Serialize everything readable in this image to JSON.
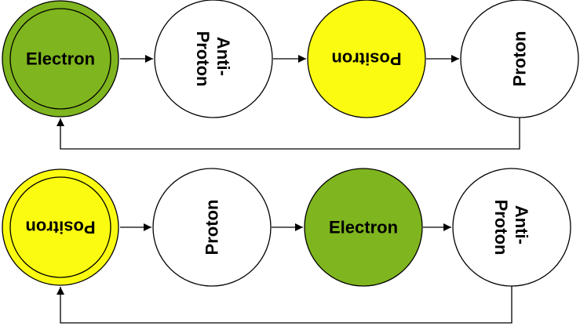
{
  "colors": {
    "green": "#7fb51e",
    "yellow": "#fbfb12",
    "white": "#ffffff",
    "line": "#000000"
  },
  "diagrams": [
    {
      "nodes": [
        {
          "label": "Electron",
          "fill": "green",
          "double_ring": true,
          "orientation": "horizontal"
        },
        {
          "label_lines": [
            "Anti-",
            "Proton"
          ],
          "fill": "white",
          "double_ring": false,
          "orientation": "rotated-cw"
        },
        {
          "label": "Positron",
          "fill": "yellow",
          "double_ring": false,
          "orientation": "upside-down"
        },
        {
          "label": "Proton",
          "fill": "white",
          "double_ring": false,
          "orientation": "rotated-ccw"
        }
      ],
      "loop_back": "last-to-first"
    },
    {
      "nodes": [
        {
          "label": "Positron",
          "fill": "yellow",
          "double_ring": true,
          "orientation": "upside-down"
        },
        {
          "label": "Proton",
          "fill": "white",
          "double_ring": false,
          "orientation": "rotated-ccw"
        },
        {
          "label": "Electron",
          "fill": "green",
          "double_ring": false,
          "orientation": "horizontal"
        },
        {
          "label_lines": [
            "Anti-",
            "Proton"
          ],
          "fill": "white",
          "double_ring": false,
          "orientation": "rotated-cw"
        }
      ],
      "loop_back": "last-to-first"
    }
  ]
}
